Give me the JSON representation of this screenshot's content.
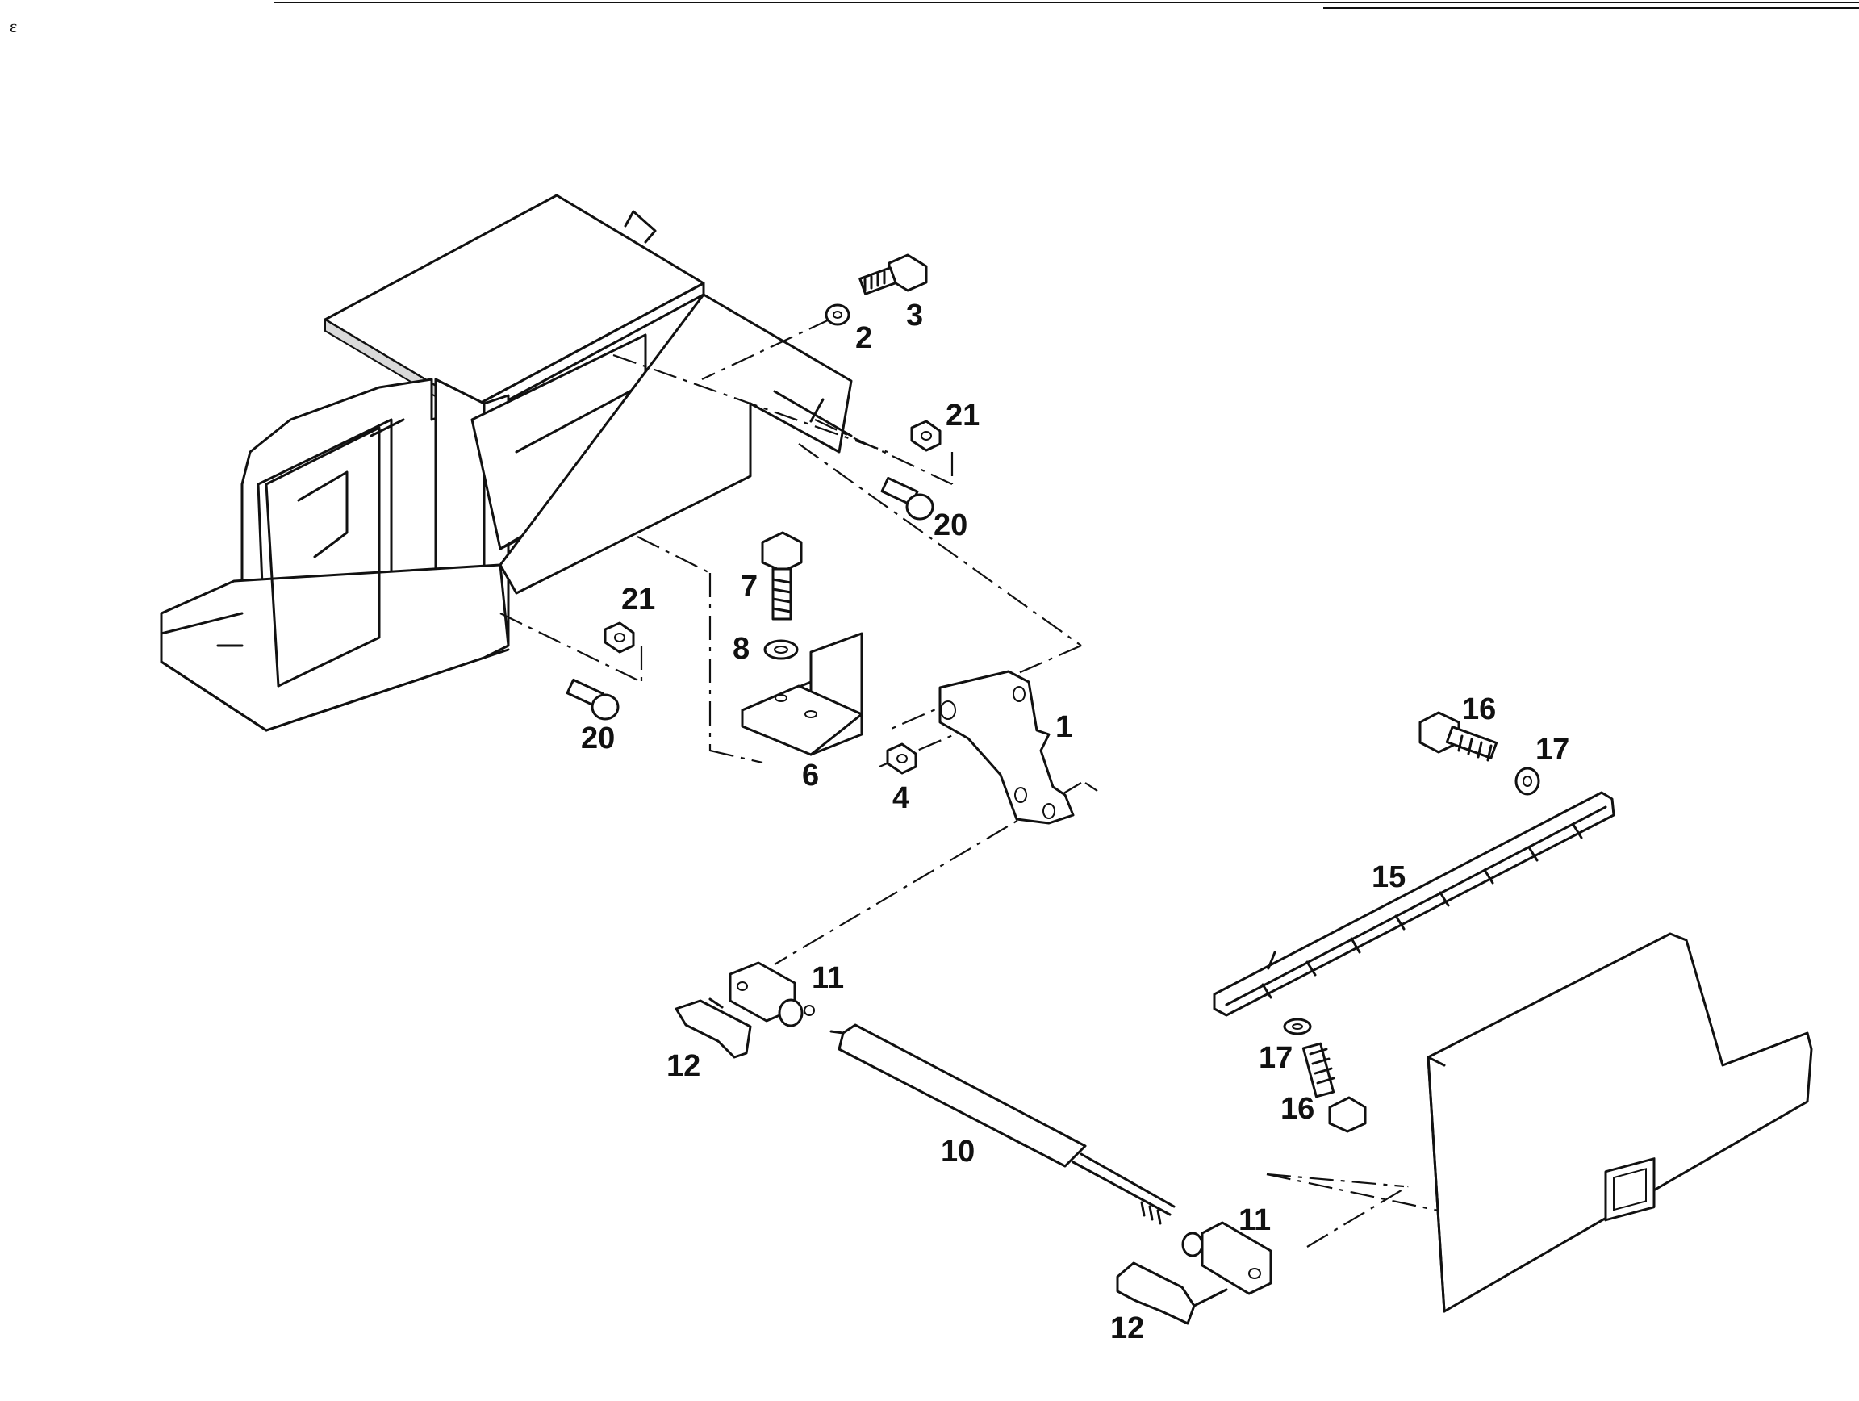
{
  "diagram": {
    "style": "exploded parts diagram",
    "colors": {
      "ink": "#111111",
      "paper": "#ffffff"
    },
    "callouts": [
      {
        "id": "c1",
        "text": "1"
      },
      {
        "id": "c2",
        "text": "2"
      },
      {
        "id": "c3",
        "text": "3"
      },
      {
        "id": "c4",
        "text": "4"
      },
      {
        "id": "c6",
        "text": "6"
      },
      {
        "id": "c7",
        "text": "7"
      },
      {
        "id": "c8",
        "text": "8"
      },
      {
        "id": "c10",
        "text": "10"
      },
      {
        "id": "c11a",
        "text": "11"
      },
      {
        "id": "c11b",
        "text": "11"
      },
      {
        "id": "c12a",
        "text": "12"
      },
      {
        "id": "c12b",
        "text": "12"
      },
      {
        "id": "c15",
        "text": "15"
      },
      {
        "id": "c16a",
        "text": "16"
      },
      {
        "id": "c16b",
        "text": "16"
      },
      {
        "id": "c17a",
        "text": "17"
      },
      {
        "id": "c17b",
        "text": "17"
      },
      {
        "id": "c20a",
        "text": "20"
      },
      {
        "id": "c20b",
        "text": "20"
      },
      {
        "id": "c21a",
        "text": "21"
      },
      {
        "id": "c21b",
        "text": "21"
      }
    ]
  }
}
